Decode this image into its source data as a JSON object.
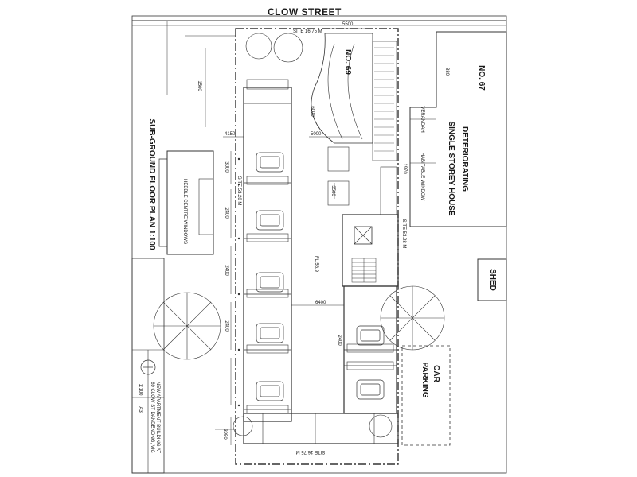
{
  "street": {
    "name": "CLOW STREET"
  },
  "neighbours": {
    "no67": "NO. 67",
    "house_line1": "DETERIORATING",
    "house_line2": "SINGLE STOREY HOUSE",
    "shed": "SHED",
    "car_line1": "CAR",
    "car_line2": "PARKING",
    "verandah": "VERANDAH",
    "window_left": "HEBBLE CENTRE WINDOWS",
    "window_right": "HABITABLE WINDOW"
  },
  "site": {
    "no69": "NO. 69",
    "top_width": "SITE 16.75 M",
    "bottom_width": "SITE 16.75 M",
    "side_left": "SITE 53.28 M",
    "side_right": "SITE 53.28 M",
    "floor_level": "FL 56.9"
  },
  "title": {
    "plan": "SUB-GROUND FLOOR PLAN 1:100"
  },
  "dims": {
    "d5500": "5500",
    "d5000": "5000",
    "d6400": "6400",
    "d6000": "6000",
    "d4150": "4150",
    "d3000": "3000",
    "d2400a": "2400",
    "d2400b": "2400",
    "d2400c": "2400",
    "d2400d": "2400",
    "d3500": "3500",
    "d880": "880",
    "d1500": "1500",
    "d1970": "1970",
    "d3950": "3950"
  },
  "titleblock": {
    "project_line1": "NEW APARTMENT BUILDING AT",
    "project_line2": "69 CLOW ST DANDENONG, VIC",
    "scale": "1:100",
    "sheet": "A3"
  }
}
